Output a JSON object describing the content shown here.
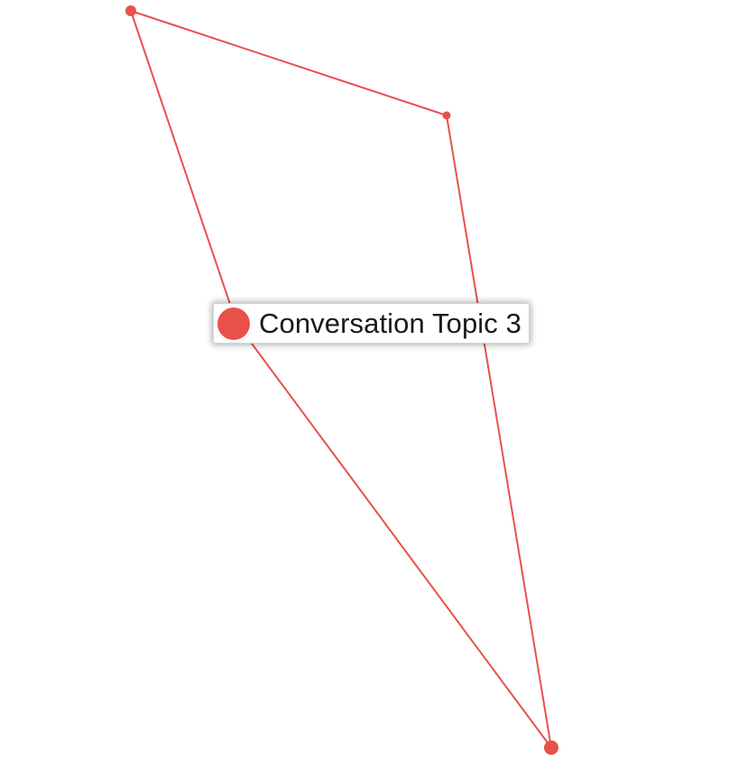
{
  "series": {
    "name": "Conversation Topic 3",
    "color": "#e8514a"
  },
  "nodes": [
    {
      "id": "node-1"
    },
    {
      "id": "node-2"
    },
    {
      "id": "node-3"
    },
    {
      "id": "node-4"
    }
  ]
}
